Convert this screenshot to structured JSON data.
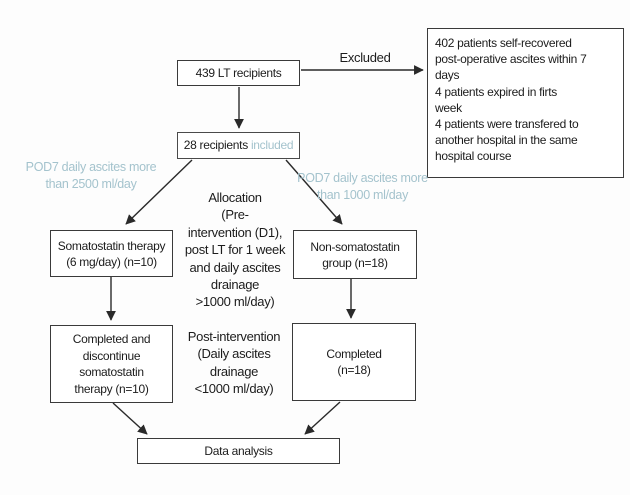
{
  "palette": {
    "accent_blue": "#a4c3cd",
    "line_color": "#2a2a2a",
    "box_border": "#3a3a3a",
    "text_color": "#1c1c1c"
  },
  "flowchart": {
    "recipients_box": "439 LT recipients",
    "excluded_arrow_label": "Excluded",
    "excluded_box_lines": [
      "402 patients self-recovered",
      "post-operative ascites within 7",
      "days",
      "4 patients expired in firts",
      "week",
      "4 patients were transfered to",
      "another hospital in the same",
      "hospital course"
    ],
    "included_box": {
      "count_text": "28 recipients",
      "included_word": "included"
    },
    "pod7_left_label": [
      "POD7 daily ascites more",
      "than 2500 ml/day"
    ],
    "pod7_right_label": [
      "POD7 daily ascites more",
      "than 1000 ml/day"
    ],
    "somatostatin_box": [
      "Somatostatin therapy",
      "(6 mg/day) (n=10)"
    ],
    "allocation_note": [
      "Allocation",
      "(Pre-",
      "intervention (D1),",
      "post LT for 1 week",
      "and daily ascites",
      "drainage",
      ">1000 ml/day)"
    ],
    "non_somatostatin_box": [
      "Non-somatostatin",
      "group (n=18)"
    ],
    "completed_somatostatin_box": [
      "Completed and",
      "discontinue",
      "somatostatin",
      "therapy (n=10)"
    ],
    "post_intervention_note": [
      "Post-intervention",
      "(Daily ascites",
      "drainage",
      "<1000 ml/day)"
    ],
    "completed_control_box": [
      "Completed",
      "(n=18)"
    ],
    "data_analysis_box": "Data analysis"
  }
}
